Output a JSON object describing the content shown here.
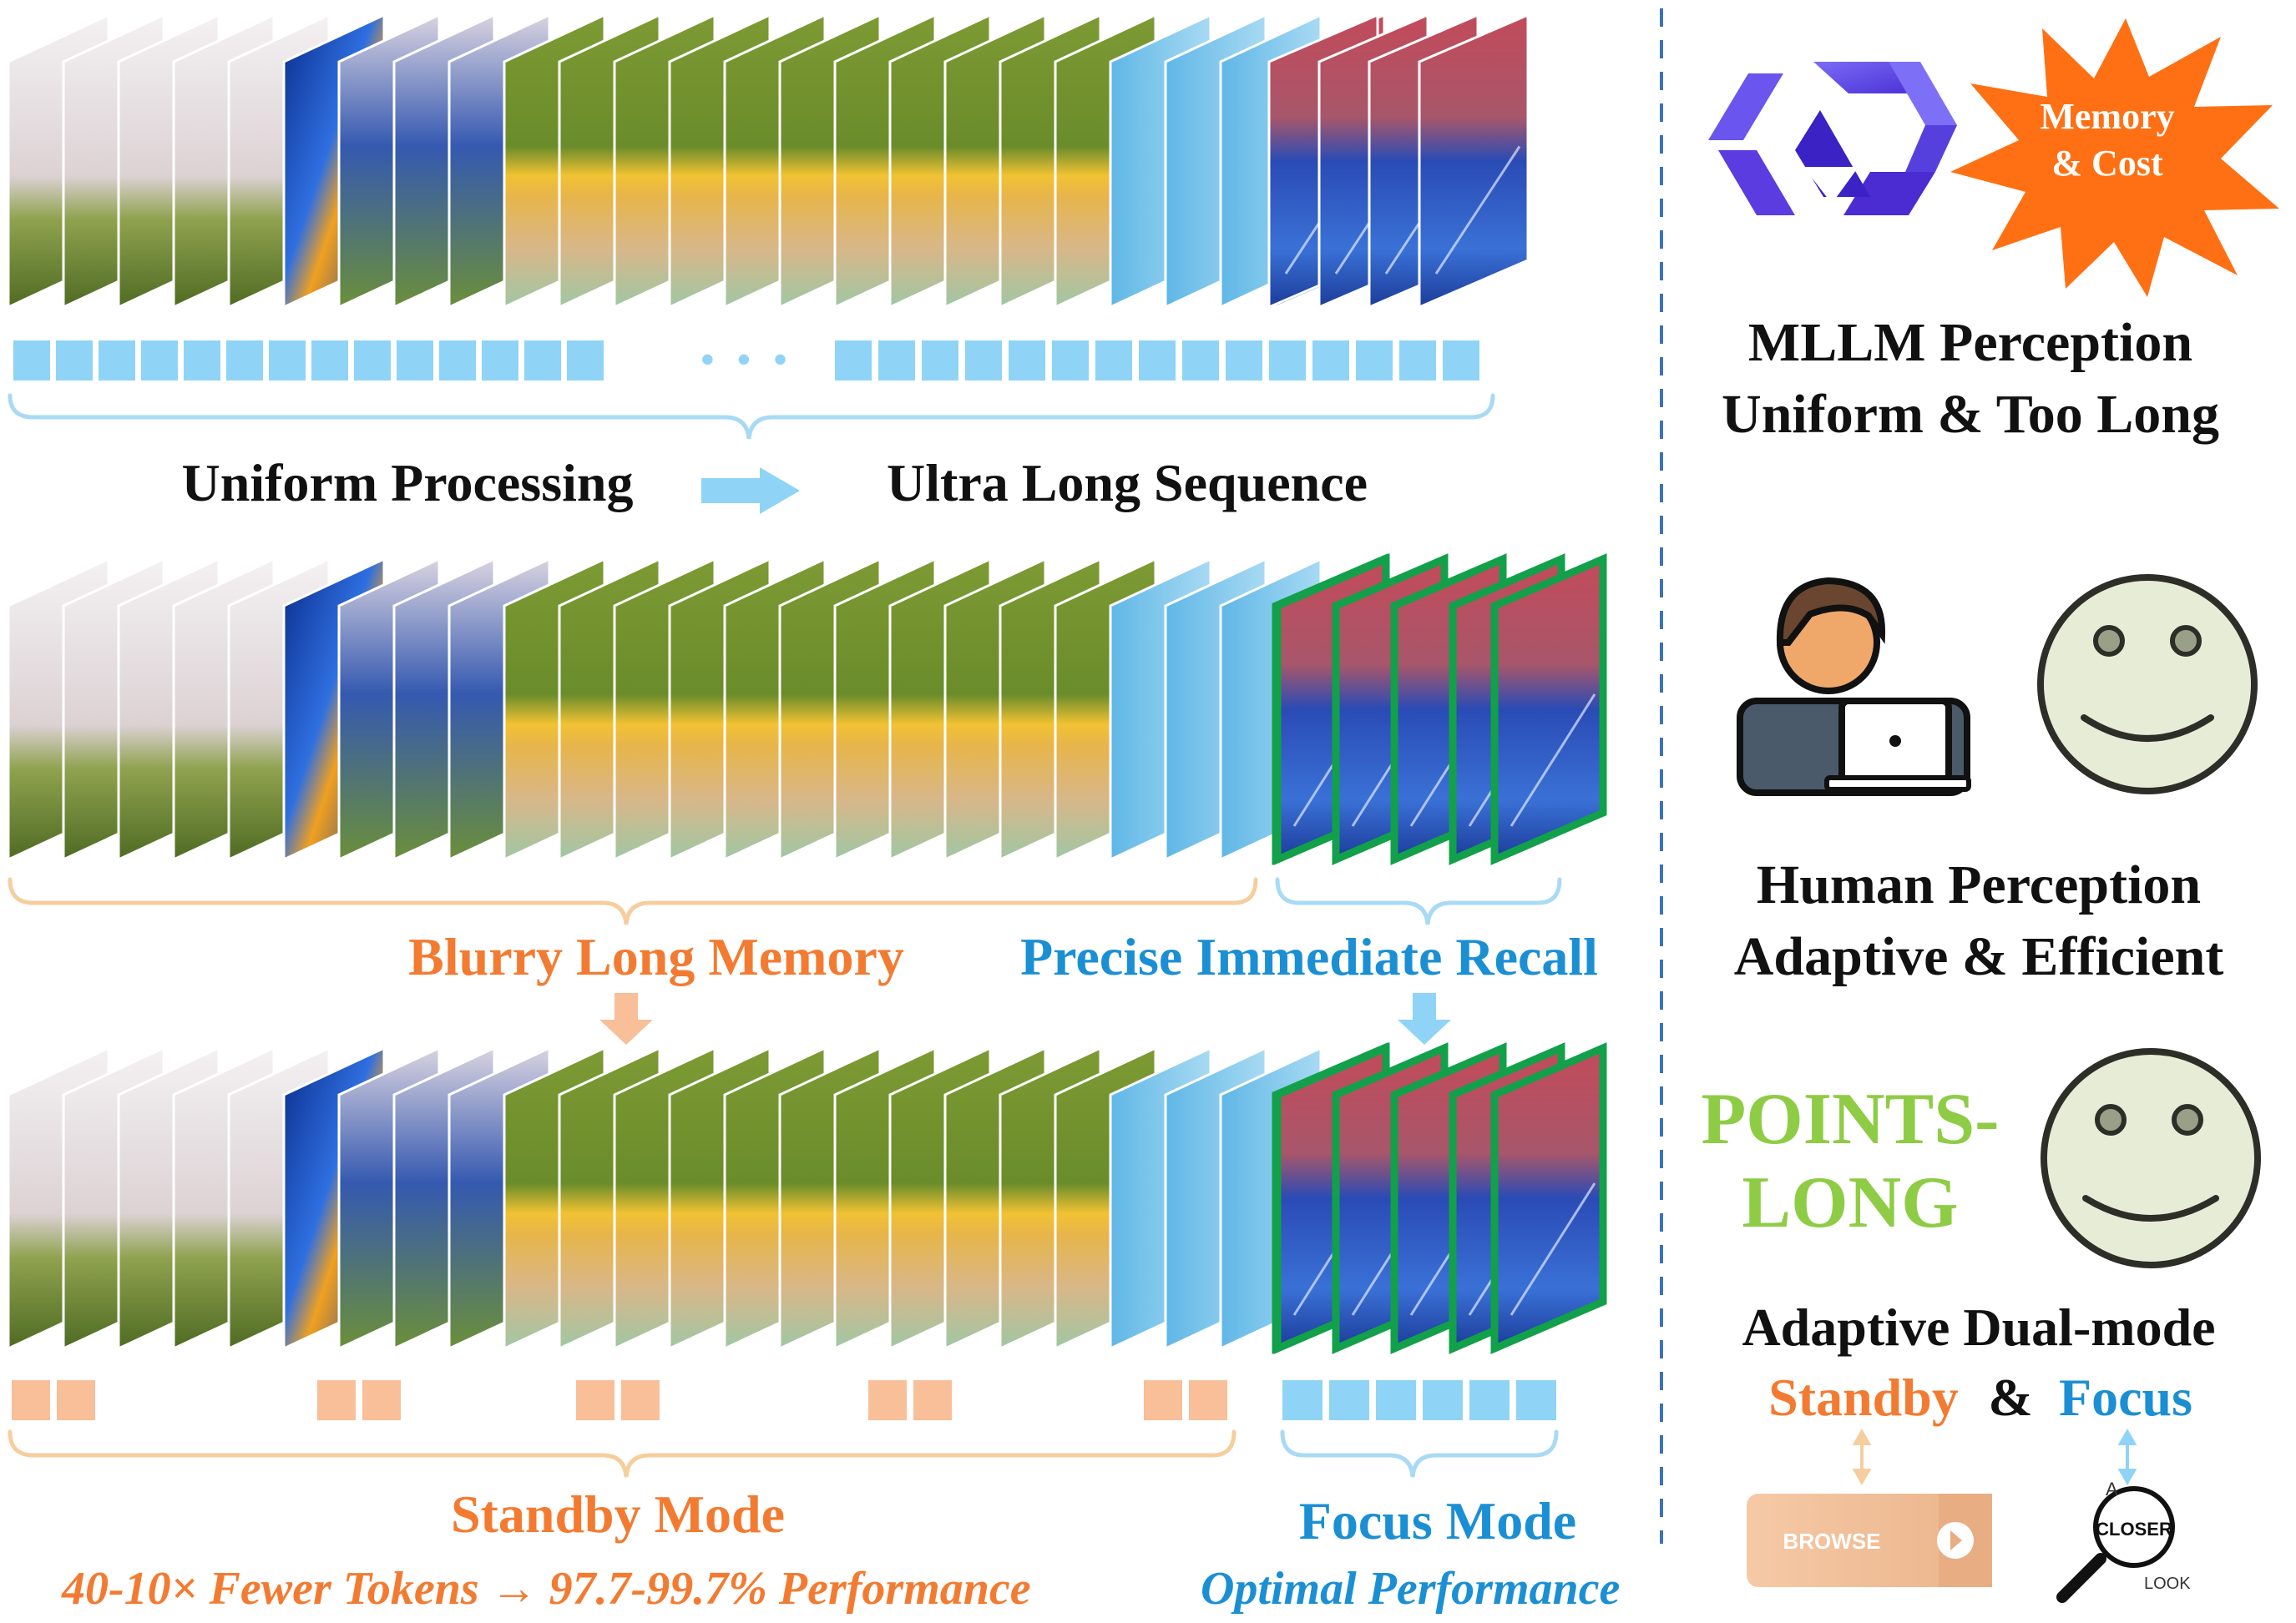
{
  "colors": {
    "token_blue": "#8fd4f6",
    "token_orange": "#f8bf98",
    "orange_text": "#f37b31",
    "blue_text": "#1b8fd3",
    "green_text": "#8fcc45",
    "frame_green": "#12a04a",
    "brace_blue": "#a9daf5",
    "brace_orange": "#f6ce9e",
    "divider": "#3a73b9",
    "starburst": "#ff7014",
    "smiley_fill": "#e7ecd6"
  },
  "row1": {
    "caption_left": "Uniform Processing",
    "caption_right": "Ultra Long Sequence",
    "ellipsis": "• • •"
  },
  "row2": {
    "caption_left": "Blurry Long Memory",
    "caption_right": "Precise Immediate Recall"
  },
  "row3": {
    "caption_left": "Standby Mode",
    "caption_right": "Focus Mode",
    "footer_left": "40-10× Fewer Tokens → 97.7-99.7% Performance",
    "footer_right": "Optimal Performance"
  },
  "right_panel": {
    "burst_line1": "Memory",
    "burst_line2": "& Cost",
    "mllm_line1": "MLLM Perception",
    "mllm_line2": "Uniform & Too Long",
    "human_line1": "Human Perception",
    "human_line2": "Adaptive & Efficient",
    "brand_line1": "POINTS-",
    "brand_line2": "LONG",
    "dual_line1": "Adaptive Dual-mode",
    "standby_word": "Standby",
    "amp": "&",
    "focus_word": "Focus",
    "browse_label": "BROWSE",
    "closer_a": "A",
    "closer_label": "CLOSER",
    "closer_look": "LOOK"
  }
}
